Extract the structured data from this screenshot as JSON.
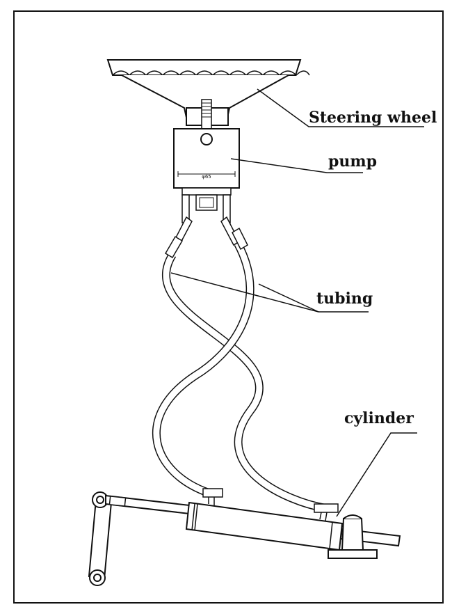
{
  "labels": {
    "steering_wheel": "Steering wheel",
    "pump": "pump",
    "tubing": "tubing",
    "cylinder": "cylinder",
    "pump_dimension": "φ65"
  },
  "colors": {
    "ink": "#111111",
    "background": "#ffffff"
  }
}
